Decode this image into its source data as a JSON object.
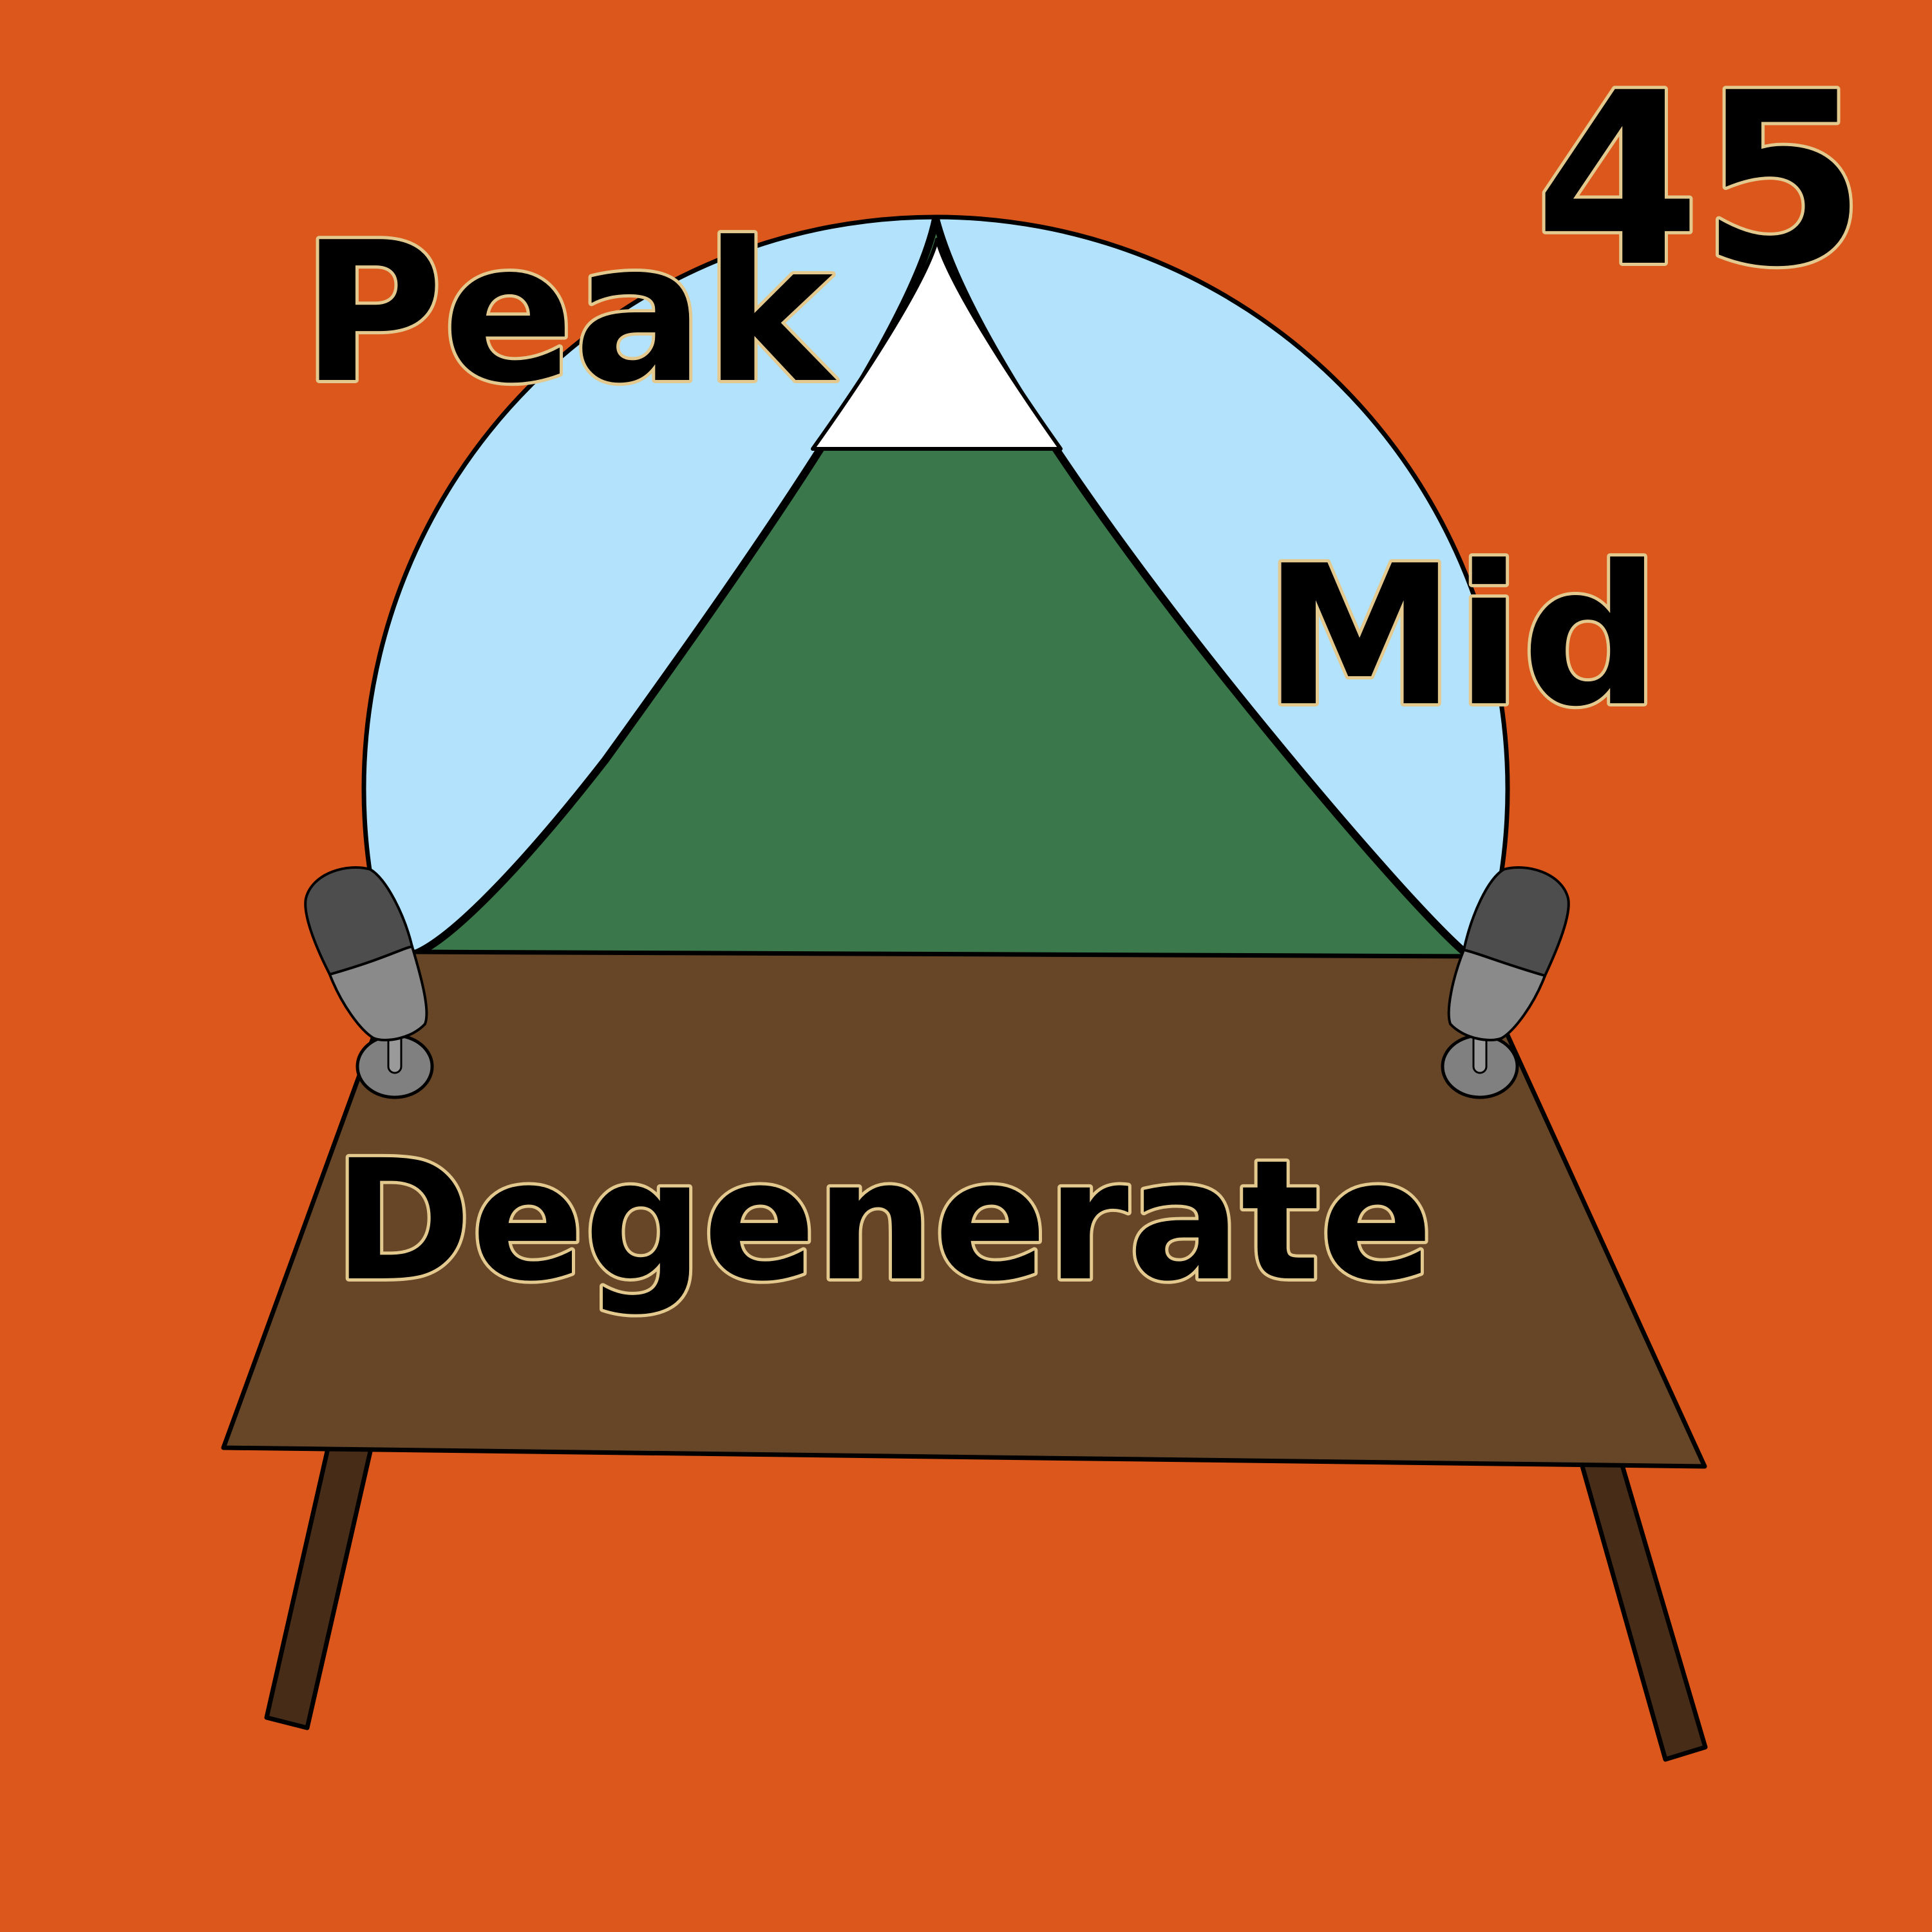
{
  "labels": {
    "episode_number": "45",
    "top_word": "Peak",
    "middle_word": "Mid",
    "bottom_word": "Degenerate"
  },
  "icons": {
    "sky": "sky-circle",
    "mountain": "mountain-icon",
    "snowcap": "snowcap-icon",
    "table": "table-icon",
    "microphone_left": "microphone-icon",
    "microphone_right": "microphone-icon"
  },
  "colors": {
    "background": "#dc571c",
    "sky": "#b3e2fc",
    "mountain": "#3a774a",
    "snow": "#ffffff",
    "table_top": "#664627",
    "table_legs": "#472d18",
    "mic_head_dark": "#4d4d4d",
    "mic_head_light": "#8a8a8a",
    "text_fill": "#000000",
    "text_outline": "#e3c98e"
  }
}
